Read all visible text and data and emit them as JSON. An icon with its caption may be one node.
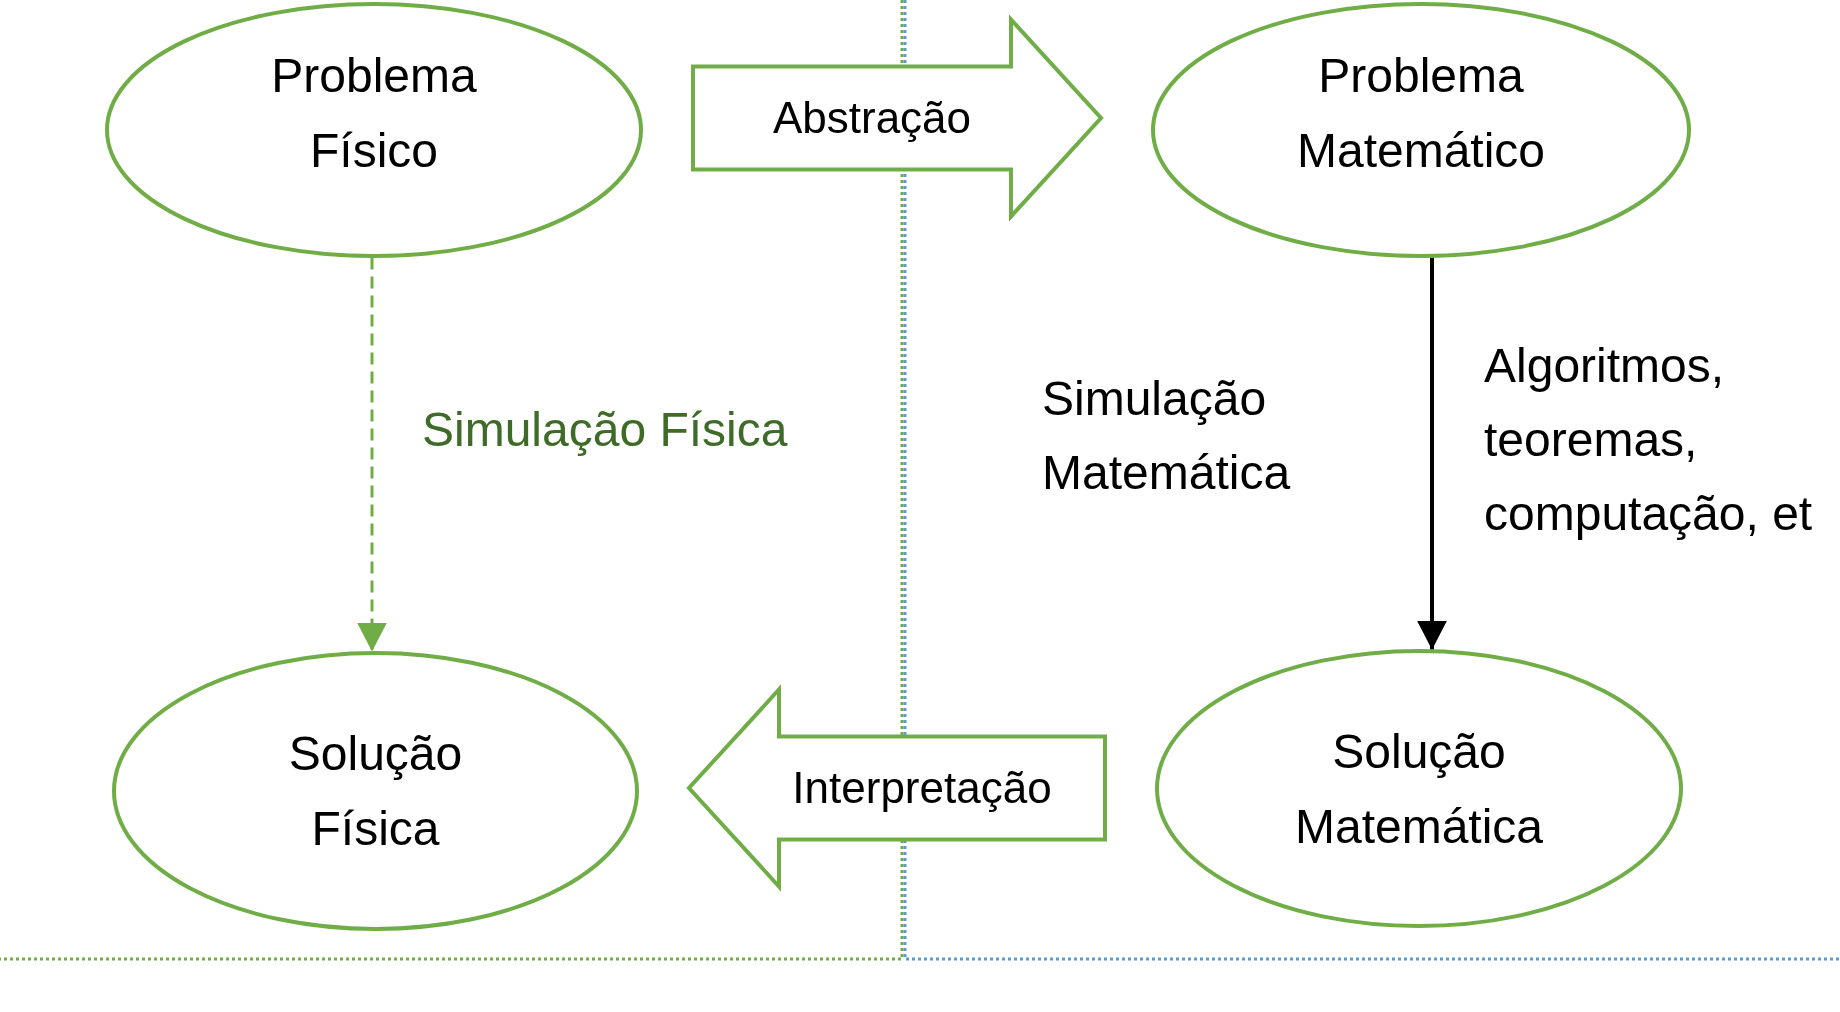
{
  "diagram": {
    "nodes": [
      {
        "text": [
          "Problema Físico"
        ]
      },
      {
        "text": [
          "Problema Matemático"
        ]
      },
      {
        "text": [
          "Solução Física"
        ]
      },
      {
        "text": [
          "Solução Matemática"
        ]
      }
    ],
    "edges": [
      {
        "from": 0,
        "to": 1,
        "arrow": "to",
        "label": "Abstração",
        "style": "thick"
      },
      {
        "from": 0,
        "to": 2,
        "arrow": "to",
        "label": "Simulação Física",
        "style": "dashed"
      },
      {
        "from": 1,
        "to": 3,
        "arrow": "to",
        "label": "Simulação Matemática",
        "color": "#000000"
      },
      {
        "from": 3,
        "to": 2,
        "arrow": "to",
        "label": "Interpretação",
        "style": "thick"
      }
    ],
    "labels": [
      "Algoritmos, teoremas, computação, et"
    ]
  }
}
